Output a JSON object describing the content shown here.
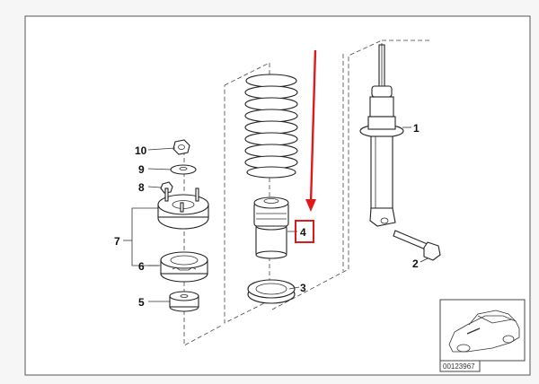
{
  "diagram": {
    "callouts": [
      {
        "id": "1",
        "text": "1"
      },
      {
        "id": "2",
        "text": "2"
      },
      {
        "id": "3",
        "text": "3"
      },
      {
        "id": "4",
        "text": "4"
      },
      {
        "id": "5",
        "text": "5"
      },
      {
        "id": "6",
        "text": "6"
      },
      {
        "id": "7",
        "text": "7"
      },
      {
        "id": "8",
        "text": "8"
      },
      {
        "id": "9",
        "text": "9"
      },
      {
        "id": "10",
        "text": "10"
      }
    ],
    "highlighted_callout": "4",
    "thumbnail_code": "00123967",
    "colors": {
      "highlight": "#e0191b",
      "line": "#222222",
      "paper": "#ffffff",
      "background": "#f6f6f6"
    }
  }
}
